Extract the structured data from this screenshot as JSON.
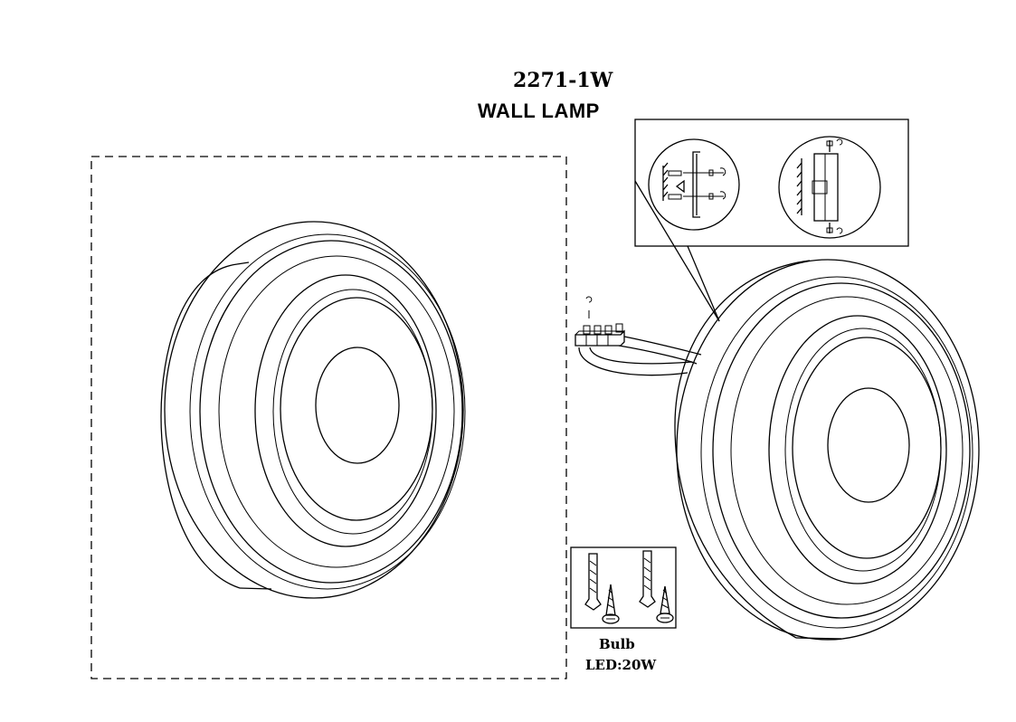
{
  "header": {
    "model_number": "2271-1W",
    "product_type": "WALL LAMP"
  },
  "bulb_info": {
    "label": "Bulb",
    "spec": "LED:20W"
  },
  "colors": {
    "line": "#000000",
    "background": "#ffffff"
  }
}
